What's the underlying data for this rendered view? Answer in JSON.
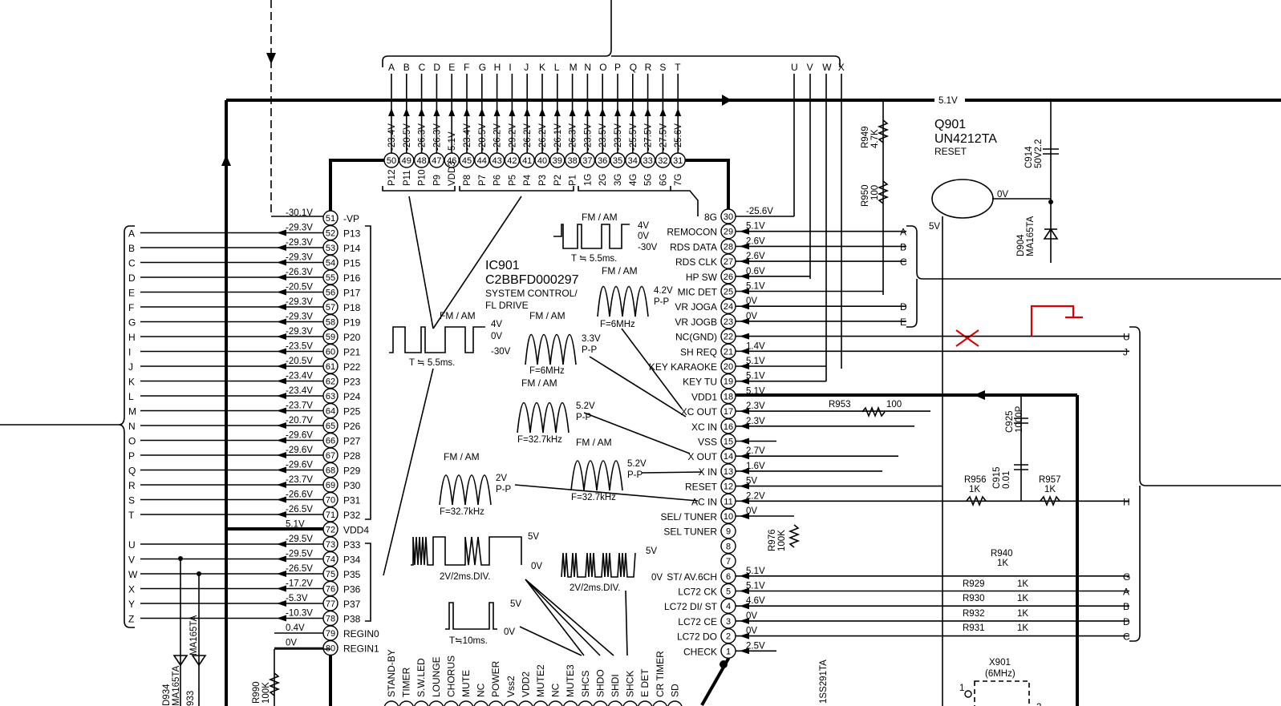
{
  "ic": {
    "ref": "IC901",
    "part": "C2BBFD000297",
    "desc1": "SYSTEM CONTROL/",
    "desc2": "FL DRIVE"
  },
  "top_bus_letters": [
    "A",
    "B",
    "C",
    "D",
    "E",
    "F",
    "G",
    "H",
    "I",
    "J",
    "K",
    "L",
    "M",
    "N",
    "O",
    "P",
    "Q",
    "R",
    "S",
    "T"
  ],
  "top_bus_letters_right": [
    "U",
    "V",
    "W",
    "X"
  ],
  "top_pins": [
    {
      "n": "50",
      "name": "P12",
      "v": "-23.4V"
    },
    {
      "n": "49",
      "name": "P11",
      "v": "-20.5V"
    },
    {
      "n": "48",
      "name": "P10",
      "v": "-26.3V"
    },
    {
      "n": "47",
      "name": "P9",
      "v": "-26.3V"
    },
    {
      "n": "46",
      "name": "VDD3",
      "v": "5.1V"
    },
    {
      "n": "45",
      "name": "P8",
      "v": "-23.4V"
    },
    {
      "n": "44",
      "name": "P7",
      "v": "-20.5V"
    },
    {
      "n": "43",
      "name": "P6",
      "v": "-26.2V"
    },
    {
      "n": "42",
      "name": "P5",
      "v": "-29.2V"
    },
    {
      "n": "41",
      "name": "P4",
      "v": "-26.2V"
    },
    {
      "n": "40",
      "name": "P3",
      "v": "-26.2V"
    },
    {
      "n": "39",
      "name": "P2",
      "v": "-26.1V"
    },
    {
      "n": "38",
      "name": "P1",
      "v": "-26.3V"
    },
    {
      "n": "37",
      "name": "1G",
      "v": "-23.5V"
    },
    {
      "n": "36",
      "name": "2G",
      "v": "-23.5V"
    },
    {
      "n": "35",
      "name": "3G",
      "v": "-23.5V"
    },
    {
      "n": "34",
      "name": "4G",
      "v": "-25.5V"
    },
    {
      "n": "33",
      "name": "5G",
      "v": "-27.5V"
    },
    {
      "n": "32",
      "name": "6G",
      "v": "-27.5V"
    },
    {
      "n": "31",
      "name": "7G",
      "v": "-25.6V"
    }
  ],
  "left_pins": [
    {
      "n": "51",
      "name": "-VP",
      "v": "-30.1V",
      "bus": ""
    },
    {
      "n": "52",
      "name": "P13",
      "v": "-29.3V",
      "bus": "A"
    },
    {
      "n": "53",
      "name": "P14",
      "v": "-29.3V",
      "bus": "B"
    },
    {
      "n": "54",
      "name": "P15",
      "v": "-29.3V",
      "bus": "C"
    },
    {
      "n": "55",
      "name": "P16",
      "v": "-26.3V",
      "bus": "D"
    },
    {
      "n": "56",
      "name": "P17",
      "v": "-20.5V",
      "bus": "E"
    },
    {
      "n": "57",
      "name": "P18",
      "v": "-29.3V",
      "bus": "F"
    },
    {
      "n": "58",
      "name": "P19",
      "v": "-29.3V",
      "bus": "G"
    },
    {
      "n": "59",
      "name": "P20",
      "v": "-29.3V",
      "bus": "H"
    },
    {
      "n": "60",
      "name": "P21",
      "v": "-23.5V",
      "bus": "I"
    },
    {
      "n": "61",
      "name": "P22",
      "v": "-20.5V",
      "bus": "J"
    },
    {
      "n": "62",
      "name": "P23",
      "v": "-23.4V",
      "bus": "K"
    },
    {
      "n": "63",
      "name": "P24",
      "v": "-23.4V",
      "bus": "L"
    },
    {
      "n": "64",
      "name": "P25",
      "v": "-23.7V",
      "bus": "M"
    },
    {
      "n": "65",
      "name": "P26",
      "v": "-20.7V",
      "bus": "N"
    },
    {
      "n": "66",
      "name": "P27",
      "v": "-29.6V",
      "bus": "O"
    },
    {
      "n": "67",
      "name": "P28",
      "v": "-29.6V",
      "bus": "P"
    },
    {
      "n": "68",
      "name": "P29",
      "v": "-29.6V",
      "bus": "Q"
    },
    {
      "n": "69",
      "name": "P30",
      "v": "-23.7V",
      "bus": "R"
    },
    {
      "n": "70",
      "name": "P31",
      "v": "-26.6V",
      "bus": "S"
    },
    {
      "n": "71",
      "name": "P32",
      "v": "-26.5V",
      "bus": "T"
    },
    {
      "n": "72",
      "name": "VDD4",
      "v": "5.1V",
      "bus": ""
    },
    {
      "n": "73",
      "name": "P33",
      "v": "-29.5V",
      "bus": "U"
    },
    {
      "n": "74",
      "name": "P34",
      "v": "-29.5V",
      "bus": "V"
    },
    {
      "n": "75",
      "name": "P35",
      "v": "-26.5V",
      "bus": "W"
    },
    {
      "n": "76",
      "name": "P36",
      "v": "-17.2V",
      "bus": "X"
    },
    {
      "n": "77",
      "name": "P37",
      "v": "-5.3V",
      "bus": "Y"
    },
    {
      "n": "78",
      "name": "P38",
      "v": "-10.3V",
      "bus": "Z"
    },
    {
      "n": "79",
      "name": "REGIN0",
      "v": "0.4V",
      "bus": ""
    },
    {
      "n": "80",
      "name": "REGIN1",
      "v": "0V",
      "bus": ""
    }
  ],
  "right_pins": [
    {
      "n": "30",
      "name": "8G",
      "v": "-25.6V",
      "bus": ""
    },
    {
      "n": "29",
      "name": "REMOCON",
      "v": "5.1V",
      "bus": "A"
    },
    {
      "n": "28",
      "name": "RDS DATA",
      "v": "2.6V",
      "bus": "B"
    },
    {
      "n": "27",
      "name": "RDS CLK",
      "v": "2.6V",
      "bus": "C"
    },
    {
      "n": "26",
      "name": "HP SW",
      "v": "0.6V",
      "bus": ""
    },
    {
      "n": "25",
      "name": "MIC DET",
      "v": "5.1V",
      "bus": ""
    },
    {
      "n": "24",
      "name": "VR JOGA",
      "v": "0V",
      "bus": "D"
    },
    {
      "n": "23",
      "name": "VR JOGB",
      "v": "0V",
      "bus": "E"
    },
    {
      "n": "22",
      "name": "NC(GND)",
      "v": "",
      "bus": "U"
    },
    {
      "n": "21",
      "name": "SH REQ",
      "v": "1.4V",
      "bus": "J"
    },
    {
      "n": "20",
      "name": "KEY KARAOKE",
      "v": "5.1V",
      "bus": ""
    },
    {
      "n": "19",
      "name": "KEY TU",
      "v": "5.1V",
      "bus": ""
    },
    {
      "n": "18",
      "name": "VDD1",
      "v": "5.1V",
      "bus": ""
    },
    {
      "n": "17",
      "name": "XC OUT",
      "v": "2.3V",
      "bus": ""
    },
    {
      "n": "16",
      "name": "XC IN",
      "v": "2.3V",
      "bus": ""
    },
    {
      "n": "15",
      "name": "VSS",
      "v": "",
      "bus": ""
    },
    {
      "n": "14",
      "name": "X OUT",
      "v": "2.7V",
      "bus": ""
    },
    {
      "n": "13",
      "name": "X IN",
      "v": "1.6V",
      "bus": ""
    },
    {
      "n": "12",
      "name": "RESET",
      "v": "5V",
      "bus": ""
    },
    {
      "n": "11",
      "name": "AC IN",
      "v": "2.2V",
      "bus": "H"
    },
    {
      "n": "10",
      "name": "SEL/ TUNER",
      "v": "0V",
      "bus": ""
    },
    {
      "n": "9",
      "name": "SEL TUNER",
      "v": "",
      "bus": ""
    },
    {
      "n": "8",
      "name": "",
      "v": "",
      "bus": ""
    },
    {
      "n": "7",
      "name": "",
      "v": "",
      "bus": ""
    },
    {
      "n": "6",
      "name": "ST/ AV.6CH",
      "v": "5.1V",
      "bus": "G"
    },
    {
      "n": "5",
      "name": "LC72 CK",
      "v": "5.1V",
      "bus": "A"
    },
    {
      "n": "4",
      "name": "LC72 DI/ ST",
      "v": "4.6V",
      "bus": "B"
    },
    {
      "n": "3",
      "name": "LC72 CE",
      "v": "0V",
      "bus": "D"
    },
    {
      "n": "2",
      "name": "LC72 DO",
      "v": "0V",
      "bus": "C"
    },
    {
      "n": "1",
      "name": "CHECK",
      "v": "2.5V",
      "bus": ""
    }
  ],
  "bottom_labels": [
    "STAND-BY",
    "TIMER",
    "S.W.LED",
    "LOUNGE",
    "CHORUS",
    "MUTE",
    "NC",
    "POWER",
    "Vss2",
    "VDD2",
    "MUTE2",
    "NC",
    "MUTE3",
    "SHCS",
    "SHDO",
    "SHDI",
    "SHCK",
    "E DET",
    "CR TIMER",
    "SD"
  ],
  "waveforms": {
    "w1": {
      "title": "FM / AM",
      "hi": "4V",
      "mid": "0V",
      "lo": "-30V",
      "period": "T ≒ 5.5ms."
    },
    "w2": {
      "title": "FM / AM",
      "hi": "4V",
      "mid": "0V",
      "lo": "-30V",
      "period": "T ≒ 5.5ms."
    },
    "w3": {
      "title": "FM / AM",
      "amp1": "3.3V",
      "amp2": "P-P",
      "freq": "F=6MHz"
    },
    "w4": {
      "title": "FM / AM",
      "amp1": "4.2V",
      "amp2": "P-P",
      "freq": "F=6MHz"
    },
    "w5": {
      "title": "FM / AM",
      "amp1": "5.2V",
      "amp2": "P-P",
      "freq": "F=32.7kHz"
    },
    "w6": {
      "title": "FM / AM",
      "amp1": "5.2V",
      "amp2": "P-P",
      "freq": "F=32.7kHz"
    },
    "w7": {
      "title": "FM / AM",
      "amp1": "2V",
      "amp2": "P-P",
      "freq": "F=32.7kHz"
    },
    "w8": {
      "hi": "5V",
      "lo": "0V",
      "div": "2V/2ms.DIV."
    },
    "w9": {
      "hi": "5V",
      "lo": "0V",
      "div": "2V/2ms.DIV."
    },
    "w10": {
      "hi": "5V",
      "lo": "0V",
      "period": "T≒10ms."
    }
  },
  "supply": {
    "rail": "5.1V"
  },
  "components": {
    "q901": {
      "ref": "Q901",
      "part": "UN4212TA",
      "func": "RESET",
      "v_in": "5V",
      "v_out": "0V"
    },
    "r949": {
      "ref": "R949",
      "val": "4.7K"
    },
    "r950": {
      "ref": "R950",
      "val": "100"
    },
    "c914": {
      "ref": "C914",
      "val": "50V2.2"
    },
    "d904": {
      "ref": "D904",
      "val": "MA165TA"
    },
    "r953": {
      "ref": "R953",
      "val": "100"
    },
    "c925": {
      "ref": "C925",
      "val": "1000P"
    },
    "c915": {
      "ref": "C915",
      "val": "0.01"
    },
    "r956": {
      "ref": "R956",
      "val": "1K"
    },
    "r957": {
      "ref": "R957",
      "val": "1K"
    },
    "r976": {
      "ref": "R976",
      "val": "100K"
    },
    "r940": {
      "ref": "R940",
      "val": "1K"
    },
    "r929": {
      "ref": "R929",
      "val": "1K"
    },
    "r930": {
      "ref": "R930",
      "val": "1K"
    },
    "r932": {
      "ref": "R932",
      "val": "1K"
    },
    "r931": {
      "ref": "R931",
      "val": "1K"
    },
    "x901": {
      "ref": "X901",
      "val": "(6MHz)"
    },
    "d934": {
      "ref": "D934",
      "val": "MA165TA"
    },
    "d933": {
      "ref": "933",
      "val": "MA165TA"
    },
    "r990": {
      "ref": "R990",
      "val": "100K"
    },
    "ss291": {
      "ref": "1SS291TA"
    }
  },
  "right_bus_letters": [
    "A",
    "B",
    "C",
    "D",
    "E"
  ],
  "right_bus2_letters": [
    "U",
    "J",
    "H",
    "G",
    "A",
    "B",
    "D",
    "C"
  ],
  "left_bus_letters": [
    "A",
    "B",
    "C",
    "D",
    "E",
    "F",
    "G",
    "H",
    "I",
    "J",
    "K",
    "L",
    "M",
    "N",
    "O",
    "P",
    "Q",
    "R",
    "S",
    "T",
    "U",
    "V",
    "W",
    "X",
    "Y",
    "Z"
  ],
  "misc": {
    "pin1_marker": "1",
    "pin2_marker": "2"
  }
}
